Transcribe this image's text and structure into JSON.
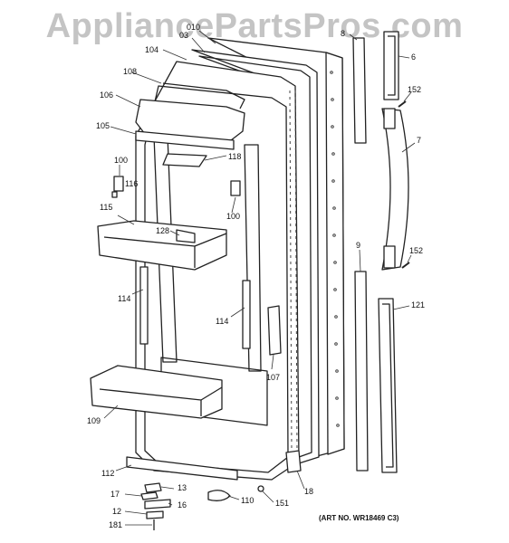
{
  "watermark": "AppliancePartsPros.com",
  "art_number": "(ART NO. WR18469 C3)",
  "callouts": {
    "c010": "010",
    "c03": "03",
    "c104": "104",
    "c108": "108",
    "c106": "106",
    "c105": "105",
    "c100a": "100",
    "c116": "116",
    "c115": "115",
    "c118": "118",
    "c100b": "100",
    "c128": "128",
    "c114a": "114",
    "c114b": "114",
    "c107": "107",
    "c109": "109",
    "c112": "112",
    "c13": "13",
    "c17": "17",
    "c16": "16",
    "c12": "12",
    "c181": "181",
    "c110": "110",
    "c151": "151",
    "c18": "18",
    "c8": "8",
    "c6": "6",
    "c152a": "152",
    "c7": "7",
    "c9": "9",
    "c152b": "152",
    "c121": "121"
  }
}
